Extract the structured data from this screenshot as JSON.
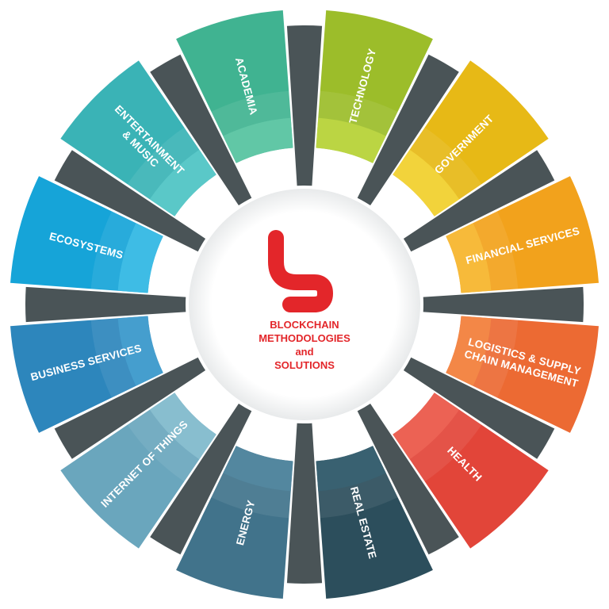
{
  "diagram": {
    "segments": [
      {
        "id": "technology",
        "lines": [
          "TECHNOLOGY"
        ],
        "color": "#9cbd2a",
        "highlight": "#c6de4c"
      },
      {
        "id": "government",
        "lines": [
          "GOVERNMENT"
        ],
        "color": "#e7b916",
        "highlight": "#f6dc48"
      },
      {
        "id": "financial-services",
        "lines": [
          "FINANCIAL SERVICES"
        ],
        "color": "#f2a21c",
        "highlight": "#f8c244"
      },
      {
        "id": "logistics",
        "lines": [
          "LOGISTICS & SUPPLY",
          "CHAIN MANAGEMENT"
        ],
        "color": "#ec6a33",
        "highlight": "#f5924f"
      },
      {
        "id": "health",
        "lines": [
          "HEALTH"
        ],
        "color": "#e24539",
        "highlight": "#ef6c5d"
      },
      {
        "id": "real-estate",
        "lines": [
          "REAL ESTATE"
        ],
        "color": "#2c4e5c",
        "highlight": "#3e6878"
      },
      {
        "id": "energy",
        "lines": [
          "ENERGY"
        ],
        "color": "#41738b",
        "highlight": "#5a8ea6"
      },
      {
        "id": "internet-of-things",
        "lines": [
          "INTERNET OF THINGS"
        ],
        "color": "#6aa6bd",
        "highlight": "#93c6d6"
      },
      {
        "id": "business-services",
        "lines": [
          "BUSINESS SERVICES"
        ],
        "color": "#2d86bc",
        "highlight": "#4ea5d4"
      },
      {
        "id": "ecosystems",
        "lines": [
          "ECOSYSTEMS"
        ],
        "color": "#16a4d8",
        "highlight": "#4cc4ea"
      },
      {
        "id": "entertainment",
        "lines": [
          "ENTERTAINMENT",
          "& MUSIC"
        ],
        "color": "#3ab3b6",
        "highlight": "#66cfcd"
      },
      {
        "id": "academia",
        "lines": [
          "ACADEMIA"
        ],
        "color": "#40b391",
        "highlight": "#6ccdae"
      }
    ],
    "center": {
      "lines": [
        "BLOCKCHAIN",
        "METHODOLOGIES",
        "and",
        "SOLUTIONS"
      ],
      "color": "#e3262a"
    },
    "spoke_color": "#4a5457"
  }
}
